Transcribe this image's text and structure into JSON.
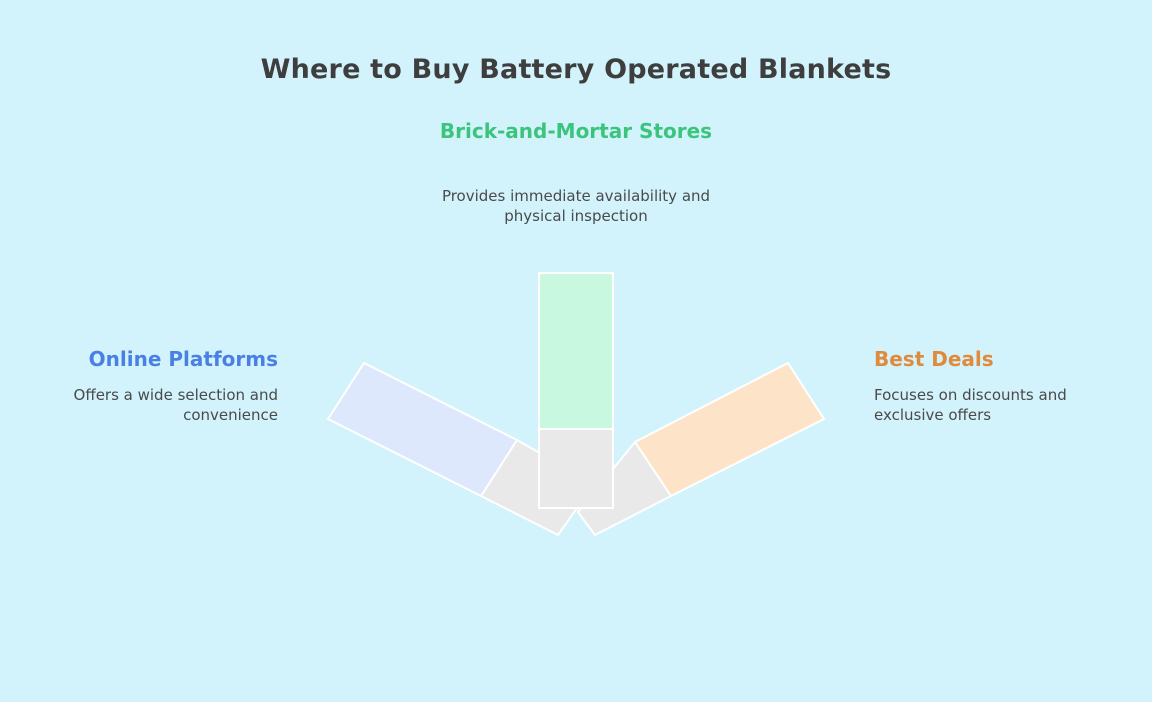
{
  "title": "Where to Buy Battery Operated Blankets",
  "options": {
    "center": {
      "heading": "Brick-and-Mortar Stores",
      "description": "Provides immediate availability and physical inspection",
      "color": "#3cc47c",
      "fill": "#c8f8e0"
    },
    "left": {
      "heading": "Online Platforms",
      "description": "Offers a wide selection and convenience",
      "color": "#4a80e6",
      "fill": "#dde8fc"
    },
    "right": {
      "heading": "Best Deals",
      "description": "Focuses on discounts and exclusive offers",
      "color": "#e08a3c",
      "fill": "#fde3c8"
    }
  },
  "colors": {
    "background": "#d2f3fc",
    "handle": "#e9e9e9",
    "outline": "#ffffff"
  }
}
